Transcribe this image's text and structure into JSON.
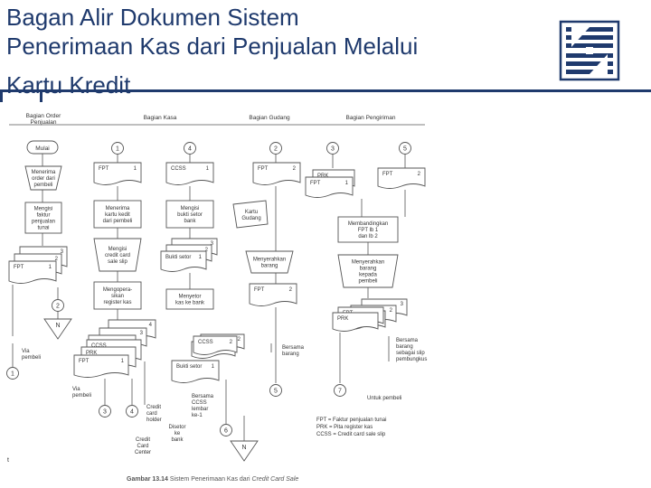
{
  "title": {
    "line1": "Bagan Alir Dokumen Sistem",
    "line2": "Penerimaan Kas dari Penjualan Melalui",
    "line3": "Kartu Kredit"
  },
  "colors": {
    "title": "#1f3a6d",
    "rule": "#1f3a6d",
    "logo": "#1f3a6d",
    "diagram": "#555555"
  },
  "logo": {
    "icon": "university-logo-icon"
  },
  "diagram": {
    "columns": [
      {
        "id": "col-order",
        "lines": [
          "Bagian Order",
          "Penjualan"
        ]
      },
      {
        "id": "col-kasa",
        "lines": [
          "Bagian Kasa"
        ]
      },
      {
        "id": "col-gudang",
        "lines": [
          "Bagian Gudang"
        ]
      },
      {
        "id": "col-kirim",
        "lines": [
          "Bagian Pengiriman"
        ]
      }
    ],
    "terminators": [
      {
        "id": "mulai",
        "label": "Mulai"
      }
    ],
    "connectors": [
      {
        "id": "c-k1",
        "label": "1"
      },
      {
        "id": "c-k4",
        "label": "4"
      },
      {
        "id": "c-g2",
        "label": "2"
      },
      {
        "id": "c-p3",
        "label": "3"
      },
      {
        "id": "c-p5",
        "label": "5"
      },
      {
        "id": "c-o2",
        "label": "2"
      },
      {
        "id": "c-o1",
        "label": "1"
      },
      {
        "id": "c-k3",
        "label": "3"
      },
      {
        "id": "c-k4b",
        "label": "4"
      },
      {
        "id": "c-g5",
        "label": "5"
      },
      {
        "id": "c-k6",
        "label": "6"
      },
      {
        "id": "c-p7",
        "label": "7"
      }
    ],
    "processes": [
      {
        "id": "p-terima-order",
        "lines": [
          "Menerima",
          "order dari",
          "pembeli"
        ]
      },
      {
        "id": "p-isi-faktur",
        "lines": [
          "Mengisi",
          "faktur",
          "penjualan",
          "tunai"
        ]
      },
      {
        "id": "p-terima-kartu",
        "lines": [
          "Menerima",
          "kartu kedit",
          "dari pembeli"
        ]
      },
      {
        "id": "p-isi-ccss",
        "lines": [
          "Mengisi",
          "credit card",
          "sale slip"
        ]
      },
      {
        "id": "p-register",
        "lines": [
          "Mengopera-",
          "sikan",
          "register kas"
        ]
      },
      {
        "id": "p-isi-bukti",
        "lines": [
          "Mengisi",
          "bukti setor",
          "bank"
        ]
      },
      {
        "id": "p-setor",
        "lines": [
          "Menyetor",
          "kas ke bank"
        ]
      },
      {
        "id": "p-serah-gudang",
        "lines": [
          "Menyerahkan",
          "barang"
        ]
      },
      {
        "id": "p-banding",
        "lines": [
          "Membandingkan",
          "FPT lb 1",
          "dan lb 2"
        ]
      },
      {
        "id": "p-serah-kirim",
        "lines": [
          "Menyerahkan",
          "barang",
          "kepada",
          "pembeli"
        ]
      }
    ],
    "documents": [
      {
        "id": "d-fpt-order",
        "label": "FPT",
        "num": "1"
      },
      {
        "id": "d-fpt-kasa",
        "label": "FPT",
        "num": "1"
      },
      {
        "id": "d-ccss-kasa",
        "label": "CCSS",
        "num": "1"
      },
      {
        "id": "d-bukti1",
        "label": "Bukti setor",
        "num": "1"
      },
      {
        "id": "d-fpt-gudang",
        "label": "FPT",
        "num": "2"
      },
      {
        "id": "d-fpt-gudang2",
        "label": "FPT",
        "num": "2"
      },
      {
        "id": "d-prk",
        "label": "PRK",
        "num": ""
      },
      {
        "id": "d-fpt-kirim1",
        "label": "FPT",
        "num": "1"
      },
      {
        "id": "d-fpt-kirim2",
        "label": "FPT",
        "num": "2"
      },
      {
        "id": "d-ccss-k",
        "label": "CCSS",
        "num": ""
      },
      {
        "id": "d-prk-k",
        "label": "PRK",
        "num": ""
      },
      {
        "id": "d-fpt-k",
        "label": "FPT",
        "num": "1"
      },
      {
        "id": "d-ccss-k2",
        "label": "CCSS",
        "num": "2"
      },
      {
        "id": "d-bukti-k",
        "label": "Bukti setor",
        "num": "1"
      },
      {
        "id": "d-fpt-p2",
        "label": "FPT",
        "num": ""
      },
      {
        "id": "d-prk-p2",
        "label": "PRK",
        "num": ""
      }
    ],
    "stack_nums": {
      "s3": "3",
      "s2": "2",
      "s4": "4",
      "s3b": "3",
      "s2b": "2",
      "s2c": "2",
      "s3c": "3",
      "s2d": "2",
      "s1": "1",
      "s3e": "3"
    },
    "cards": {
      "kartu_gudang": [
        "Kartu",
        "Gudang"
      ]
    },
    "notes": [
      {
        "id": "n-via1",
        "lines": [
          "Via",
          "pembeli"
        ]
      },
      {
        "id": "n-via2",
        "lines": [
          "Via",
          "pembeli"
        ]
      },
      {
        "id": "n-holder",
        "lines": [
          "Credit",
          "card",
          "holder"
        ]
      },
      {
        "id": "n-center",
        "lines": [
          "Credit",
          "Card",
          "Center"
        ]
      },
      {
        "id": "n-bersama-ccss",
        "lines": [
          "Bersama",
          "CCSS",
          "lembar",
          "ke-1"
        ]
      },
      {
        "id": "n-disetor",
        "lines": [
          "Disetor",
          "ke",
          "bank"
        ]
      },
      {
        "id": "n-bersama-barang",
        "lines": [
          "Bersama",
          "barang"
        ]
      },
      {
        "id": "n-bersama-slip",
        "lines": [
          "Bersama",
          "barang",
          "sebagai slip",
          "pembungkus"
        ]
      },
      {
        "id": "n-untuk",
        "lines": [
          "Untuk pembeli"
        ]
      }
    ],
    "files": [
      {
        "id": "f-n1",
        "label": "N"
      },
      {
        "id": "f-n2",
        "label": "N"
      }
    ],
    "legend": [
      "FPT = Faktur penjualan tunai",
      "PRK = Pita register kas",
      "CCSS = Credit card sale slip"
    ],
    "page_marker": "t",
    "caption_label": "Gambar 13.14",
    "caption_text": "Sistem Penerimaan Kas dari",
    "caption_italic": "Credit Card Sale"
  }
}
